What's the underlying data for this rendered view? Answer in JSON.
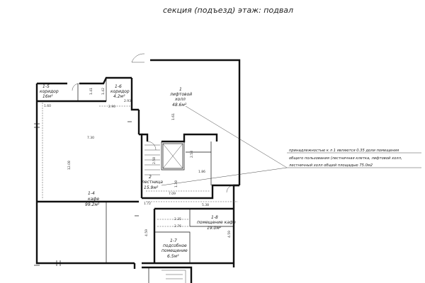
{
  "header": {
    "section_label": "секция (подъезд) -",
    "floor_label": "этаж: подвал"
  },
  "rooms": {
    "r1_5": {
      "num": "1-5",
      "name": "коридор",
      "area": "16м²"
    },
    "r1_6": {
      "num": "1-6",
      "name": "коридор",
      "area": "4.2м²"
    },
    "r1": {
      "num": "1",
      "name": "лифтовой",
      "name2": "холл",
      "area": "48.6м²"
    },
    "r1_4": {
      "num": "1-4",
      "name": "кафе",
      "area": "99.2м²"
    },
    "r2": {
      "num": "2",
      "name": "лестница",
      "area": "15.9м²"
    },
    "r1_8": {
      "num": "1-8",
      "name": "помещение кафе",
      "area": "19.0м²"
    },
    "r1_7": {
      "num": "1-7",
      "name": "подсобное",
      "name2": "помещение",
      "area": "6.5м²"
    }
  },
  "dimensions": {
    "d160": "1.60",
    "d141": "1.41",
    "d142": "1.42",
    "d293": "2.93",
    "d290": "2.90",
    "d730": "7.30",
    "d1208": "12.08",
    "d161": "1.61",
    "d258": "2.58",
    "d186": "1.86",
    "d709": "7.09",
    "d172": "1.72",
    "d538": "5.38",
    "d235": "2.35",
    "d276": "2.76",
    "d459": "4.59",
    "d138": "1.38"
  },
  "note": {
    "line1": "принадлежностью к л 1 являются  0.35 доли помещения",
    "line2": "общего пользования  (лестничная клетка, лифтовой холл,",
    "line3": "лестничный холл общей площадью 75.0м2"
  }
}
